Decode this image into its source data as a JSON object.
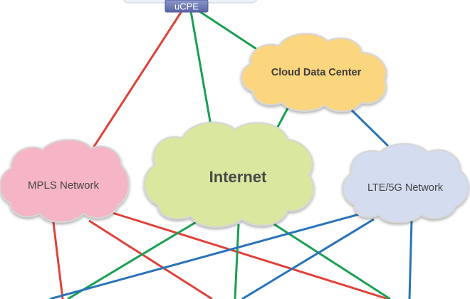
{
  "ucpe": {
    "label": "uCPE"
  },
  "clouds": {
    "cloud_data_center": "Cloud Data Center",
    "mpls": "MPLS Network",
    "internet": "Internet",
    "lte": "LTE/5G Network"
  },
  "colors": {
    "mpls_link": "#e0413a",
    "internet_link": "#1aa052",
    "lte_link": "#2a73b8",
    "cloud_data_center_fill": "#fcd57f",
    "mpls_fill": "#f5b5c4",
    "internet_fill": "#d9e79f",
    "lte_fill": "#d4dcef",
    "cloud_stroke": "#d6d6d6",
    "ucpe_fill": "#6f7ab5",
    "ucpe_text": "#ffffff"
  }
}
